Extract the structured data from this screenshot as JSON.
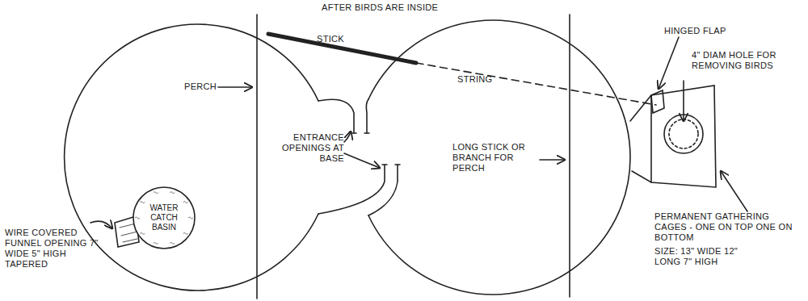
{
  "diagram": {
    "nodes": [
      {
        "text": [
          "WATER CATCH BASIN"
        ]
      }
    ],
    "labels": [
      "AFTER BIRDS ARE INSIDE",
      "STICK",
      "STRING",
      "PERCH",
      "HINGED FLAP",
      "4\" DIAM HOLE FOR REMOVING BIRDS",
      "ENTRANCE OPENINGS AT BASE",
      "LONG STICK OR BRANCH FOR PERCH",
      "PERMANENT GATHERING CAGES - ONE ON TOP ONE ON BOTTOM",
      "SIZE: 13\" WIDE 12\" LONG 7\" HIGH",
      "WIRE COVERED FUNNEL OPENING 7\" WIDE 5\" HIGH TAPERED"
    ]
  }
}
